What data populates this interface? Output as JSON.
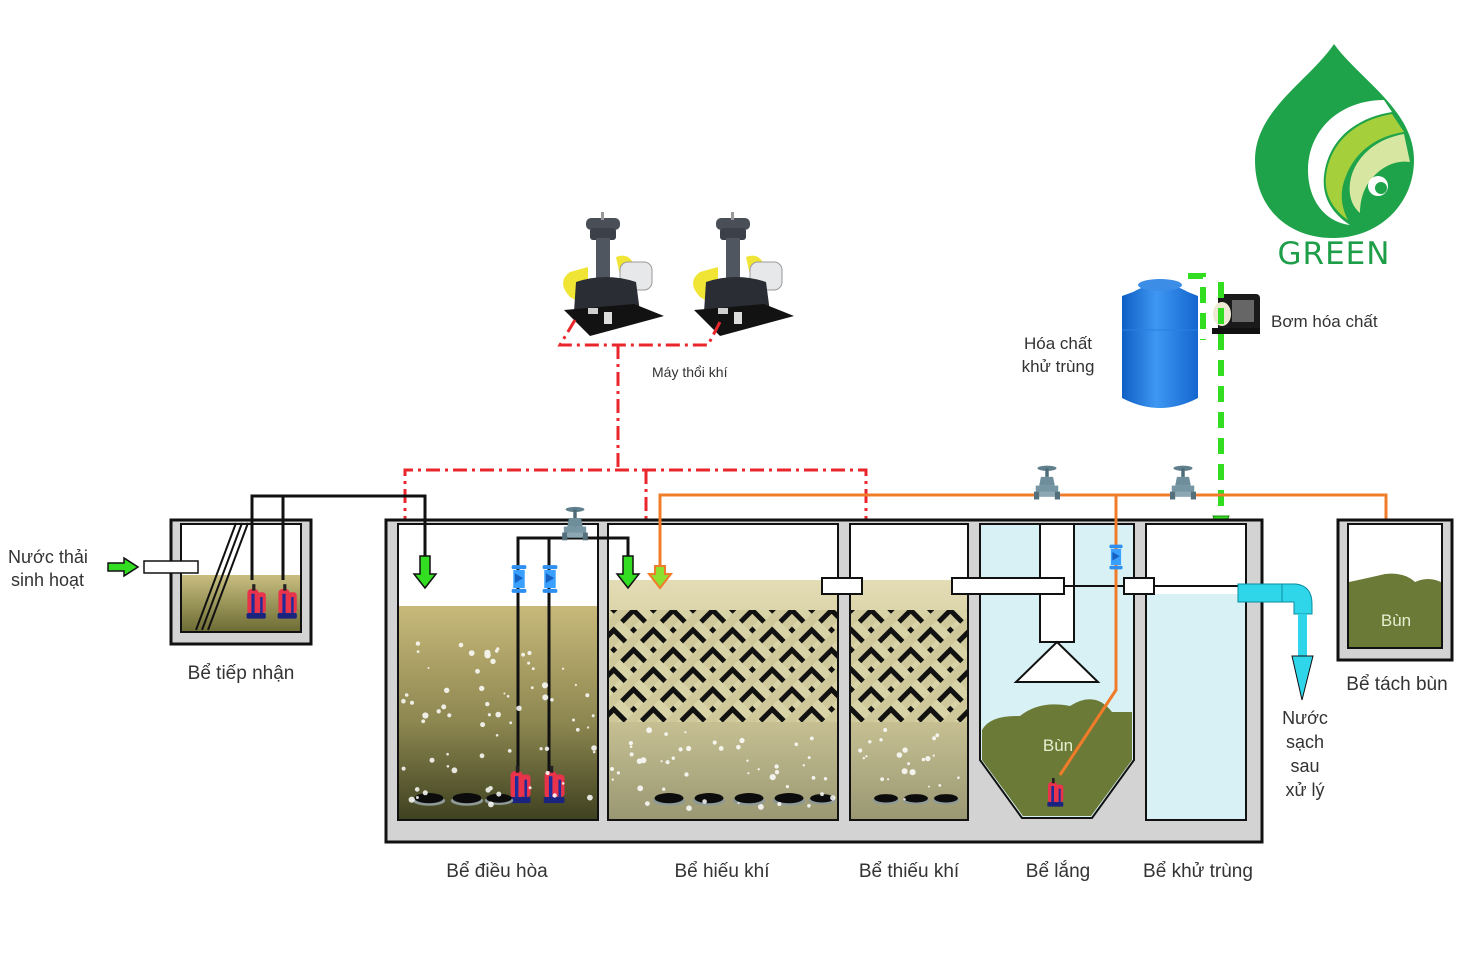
{
  "title": "Sơ đồ hệ thống xử lý nước thải sinh hoạt",
  "logo": {
    "text": "GREEN",
    "colors": {
      "primary": "#1fa34a",
      "light": "#a6cf3c",
      "pale": "#d7e6a0"
    }
  },
  "labels": {
    "inlet": [
      "Nước thải",
      "sinh hoạt"
    ],
    "blower": "Máy thổi khí",
    "chemical_tank": [
      "Hóa chất",
      "khử trùng"
    ],
    "chemical_pump": "Bơm hóa chất",
    "outlet": [
      "Nước",
      "sạch",
      "sau",
      "xử lý"
    ],
    "sludge": "Bùn"
  },
  "tanks": [
    {
      "id": "receiving",
      "name": "Bể tiếp nhận"
    },
    {
      "id": "equalization",
      "name": "Bể điều hòa"
    },
    {
      "id": "aerobic",
      "name": "Bể hiếu khí"
    },
    {
      "id": "anoxic",
      "name": "Bể thiếu khí"
    },
    {
      "id": "settling",
      "name": "Bể lắng"
    },
    {
      "id": "disinfection",
      "name": "Bể khử trùng"
    },
    {
      "id": "sludge",
      "name": "Bể tách bùn"
    }
  ],
  "colors": {
    "air_line": "#e8262b",
    "sludge_line": "#f07c2a",
    "chemical_line": "#33dd22",
    "water_line": "#111111",
    "clean_water": "#2fd6ea",
    "wastewater": "#b8a967",
    "sludge": "#6b7a36",
    "clear_water": "#d8f1f4",
    "concrete": "#cfcfcf",
    "pump": "#e8334a",
    "tank_blue": "#1b78e0"
  }
}
